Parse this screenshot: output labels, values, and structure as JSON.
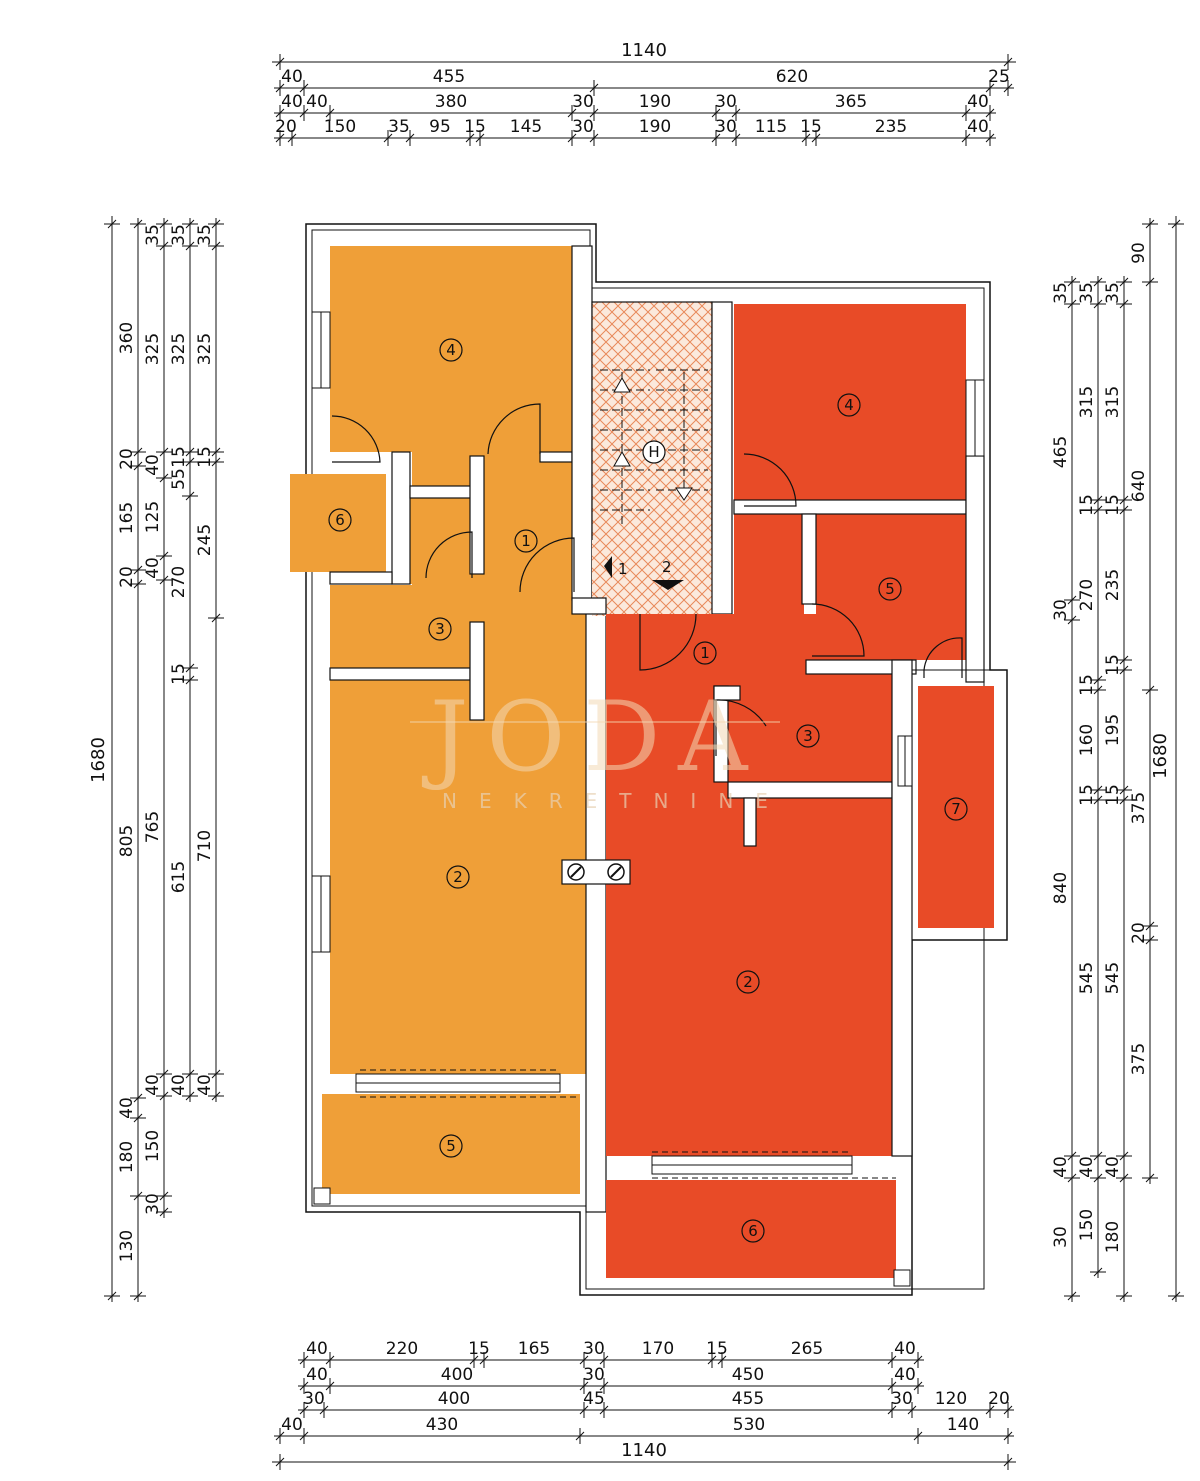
{
  "colors": {
    "unit_left": "#ef9f38",
    "unit_right": "#e84b27",
    "wall": "#ffffff",
    "outline": "#111111",
    "stairs_hatch": "#e8895a",
    "watermark": "#f4d9b5"
  },
  "watermark": {
    "brand": "JODA",
    "tagline": "NEKRETNINE"
  },
  "stairs": {
    "flight_1": "1",
    "flight_2": "2",
    "hydrant": "H"
  },
  "rooms_left": [
    {
      "num": "1"
    },
    {
      "num": "2"
    },
    {
      "num": "3"
    },
    {
      "num": "4"
    },
    {
      "num": "5"
    },
    {
      "num": "6"
    }
  ],
  "rooms_right": [
    {
      "num": "1"
    },
    {
      "num": "2"
    },
    {
      "num": "3"
    },
    {
      "num": "4"
    },
    {
      "num": "5"
    },
    {
      "num": "6"
    },
    {
      "num": "7"
    }
  ],
  "dims": {
    "top": {
      "total": "1140",
      "row1": [
        "40",
        "455",
        "620",
        "25"
      ],
      "row2": [
        "40",
        "40",
        "380",
        "30",
        "190",
        "30",
        "365",
        "40"
      ],
      "row3": [
        "20",
        "150",
        "35",
        "95",
        "15",
        "145",
        "30",
        "190",
        "30",
        "115",
        "15",
        "235",
        "40"
      ]
    },
    "bottom": {
      "total": "1140",
      "row1": [
        "40",
        "220",
        "15",
        "165",
        "30",
        "170",
        "15",
        "265",
        "40"
      ],
      "row2": [
        "40",
        "400",
        "30",
        "450",
        "40"
      ],
      "row3": [
        "30",
        "400",
        "45",
        "455",
        "30",
        "120",
        "20"
      ],
      "row4": [
        "40",
        "430",
        "530",
        "140"
      ]
    },
    "left": {
      "total": "1680",
      "c1": [
        "360",
        "20",
        "165",
        "20",
        "805",
        "40",
        "180",
        "130"
      ],
      "c2": [
        "35",
        "325",
        "40",
        "125",
        "40",
        "765",
        "40",
        "150",
        "30"
      ],
      "c3": [
        "35",
        "325",
        "15",
        "55",
        "270",
        "15",
        "615",
        "40"
      ],
      "c4": [
        "35",
        "325",
        "15",
        "245",
        "710",
        "40"
      ]
    },
    "right": {
      "total": "1680",
      "c1": [
        "35",
        "465",
        "30",
        "840",
        "40",
        "30"
      ],
      "c2": [
        "35",
        "315",
        "15",
        "270",
        "15",
        "160",
        "15",
        "545",
        "40",
        "150"
      ],
      "c3": [
        "35",
        "315",
        "15",
        "235",
        "15",
        "195",
        "15",
        "545",
        "40",
        "180"
      ],
      "c4": [
        "90",
        "640",
        "375",
        "20",
        "375"
      ]
    }
  }
}
